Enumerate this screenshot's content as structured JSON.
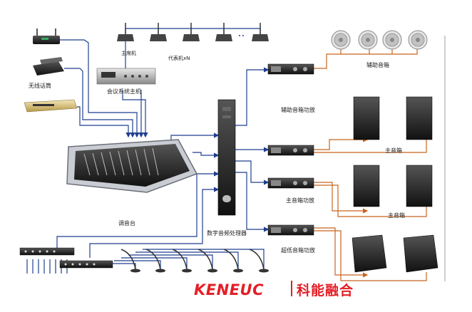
{
  "labels": {
    "chair_unit": "主席机",
    "delegate_unit": "代表机xN",
    "conference_host": "会议系统主机",
    "wireless_mic": "无线话筒",
    "mixer": "调音台",
    "processor": "数字音频处理器",
    "aux_speaker": "辅助音箱",
    "aux_amp": "辅助音箱功放",
    "main_speaker_top": "主音箱",
    "main_amp": "主音箱功放",
    "main_speaker_bottom": "主音箱",
    "sub_amp": "超低音箱功放"
  },
  "logo": {
    "brand_en": "KENEUC",
    "brand_cn": "科能融合"
  },
  "colors": {
    "wire_blue": "#1f3f8f",
    "wire_orange": "#c8641e",
    "logo_red": "#e41e26"
  }
}
